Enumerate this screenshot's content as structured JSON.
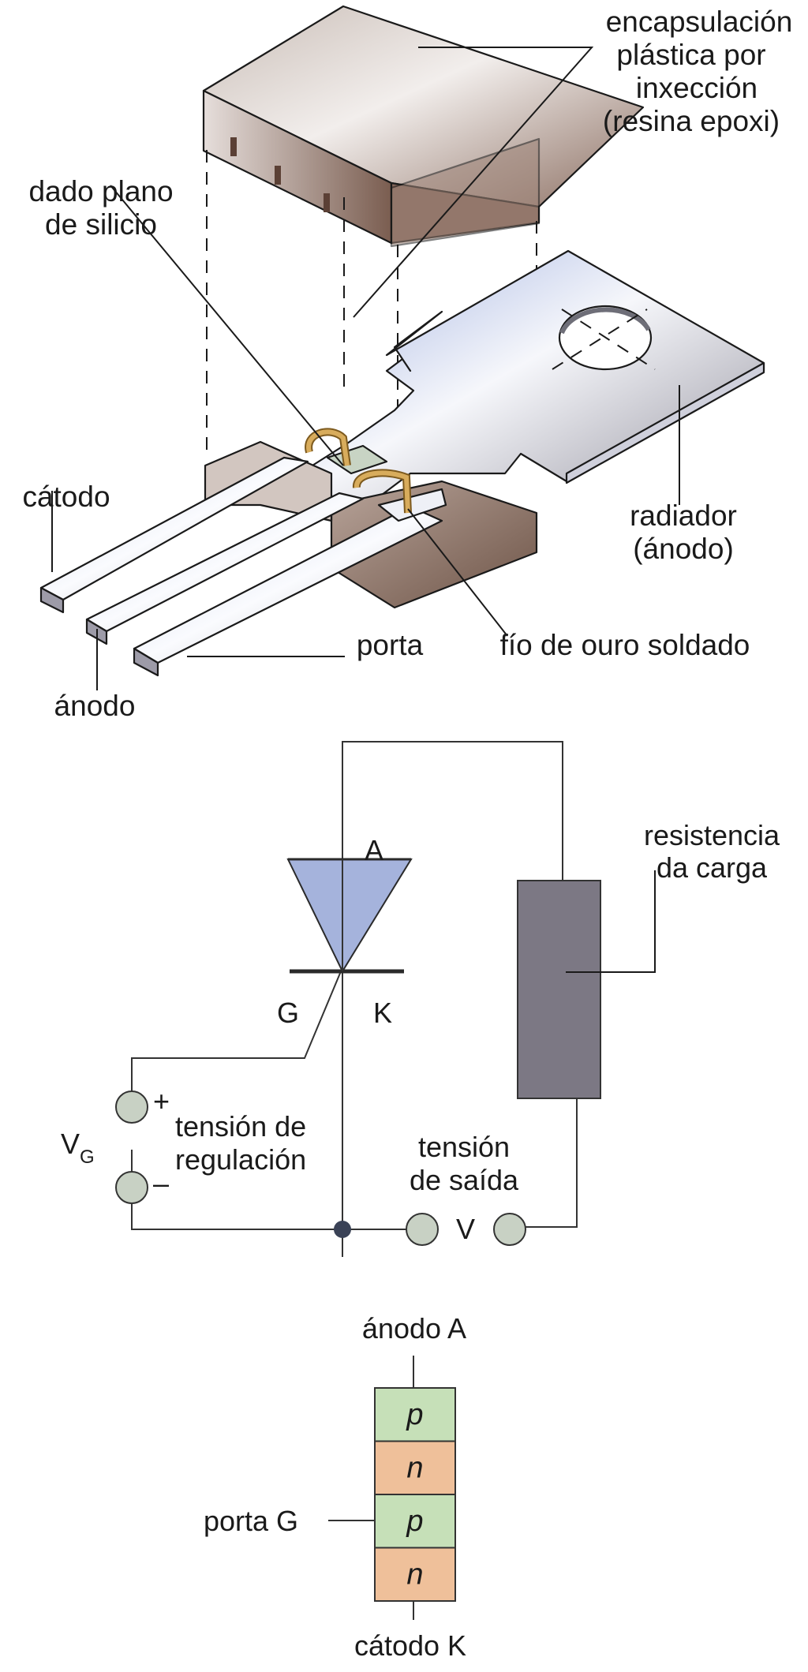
{
  "figure": {
    "section_package": {
      "labels": {
        "encapsulation": [
          "encapsulación",
          "plástica por",
          "inxección",
          "(resina epoxi)"
        ],
        "die": [
          "dado plano",
          "de silicio"
        ],
        "cathode": "cátodo",
        "anode": "ánodo",
        "gate": "porta",
        "gold_wire": "fío de ouro soldado",
        "radiator": [
          "radiador",
          "(ánodo)"
        ]
      }
    },
    "section_circuit": {
      "labels": {
        "anode_terminal": "A",
        "gate_terminal": "G",
        "cathode_terminal": "K",
        "load_resistance": [
          "resistencia",
          "da carga"
        ],
        "gate_voltage_symbol": "V",
        "gate_voltage_subscript": "G",
        "plus_sign": "+",
        "minus_sign": "–",
        "control_voltage": [
          "tensión de",
          "regulación"
        ],
        "output_voltage": [
          "tensión",
          "de saída"
        ],
        "output_voltage_symbol": "V"
      },
      "colors": {
        "thyristor_fill": "#a5b3dc",
        "resistor_fill": "#7c7884",
        "terminal_fill": "#c8d1c4",
        "junction_dot": "#3a4256"
      }
    },
    "section_layers": {
      "labels": {
        "anode": "ánodo A",
        "gate": "porta G",
        "cathode": "cátodo K"
      },
      "layers": [
        {
          "type": "p",
          "color": "#c6e0b8"
        },
        {
          "type": "n",
          "color": "#efc09a"
        },
        {
          "type": "p",
          "color": "#c6e0b8"
        },
        {
          "type": "n",
          "color": "#efc09a"
        }
      ]
    }
  }
}
